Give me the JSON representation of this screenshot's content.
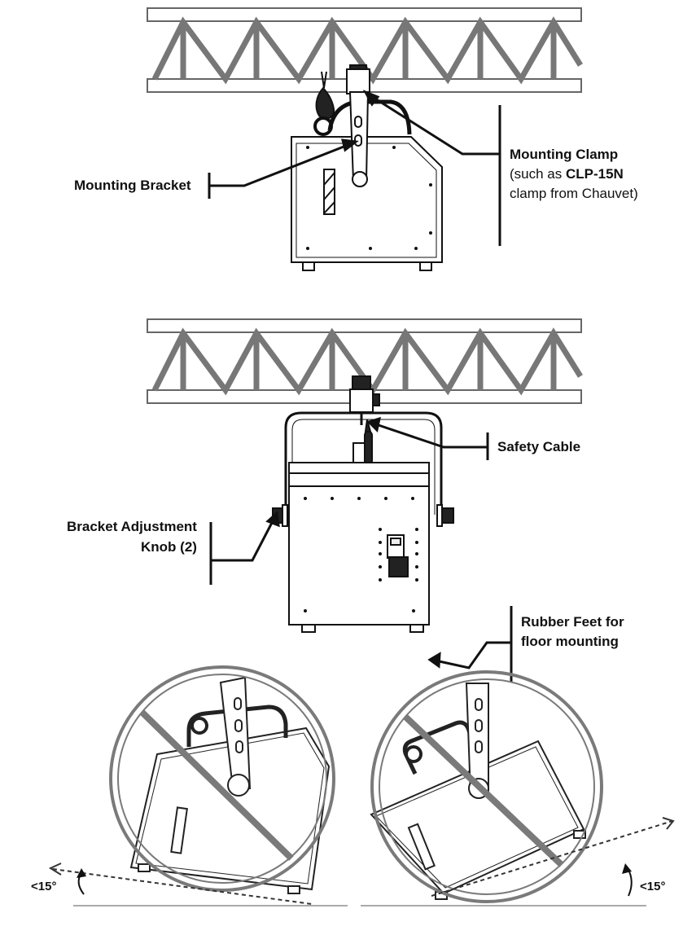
{
  "figure1": {
    "mounting_bracket_label": "Mounting Bracket",
    "mounting_clamp_title": "Mounting Clamp",
    "mounting_clamp_sub_prefix": "(such as ",
    "mounting_clamp_model": "CLP-15N",
    "mounting_clamp_sub_suffix": "clamp from Chauvet)"
  },
  "figure2": {
    "safety_cable_label": "Safety Cable",
    "bracket_knob_line1": "Bracket Adjustment",
    "bracket_knob_line2": "Knob (2)",
    "rubber_feet_line1": "Rubber Feet for",
    "rubber_feet_line2": "floor mounting"
  },
  "figure3": {
    "left_angle": "<15°",
    "right_angle": "<15°"
  },
  "colors": {
    "ink": "#111111",
    "truss": "#777777",
    "prohibit": "#7a7a7a"
  }
}
